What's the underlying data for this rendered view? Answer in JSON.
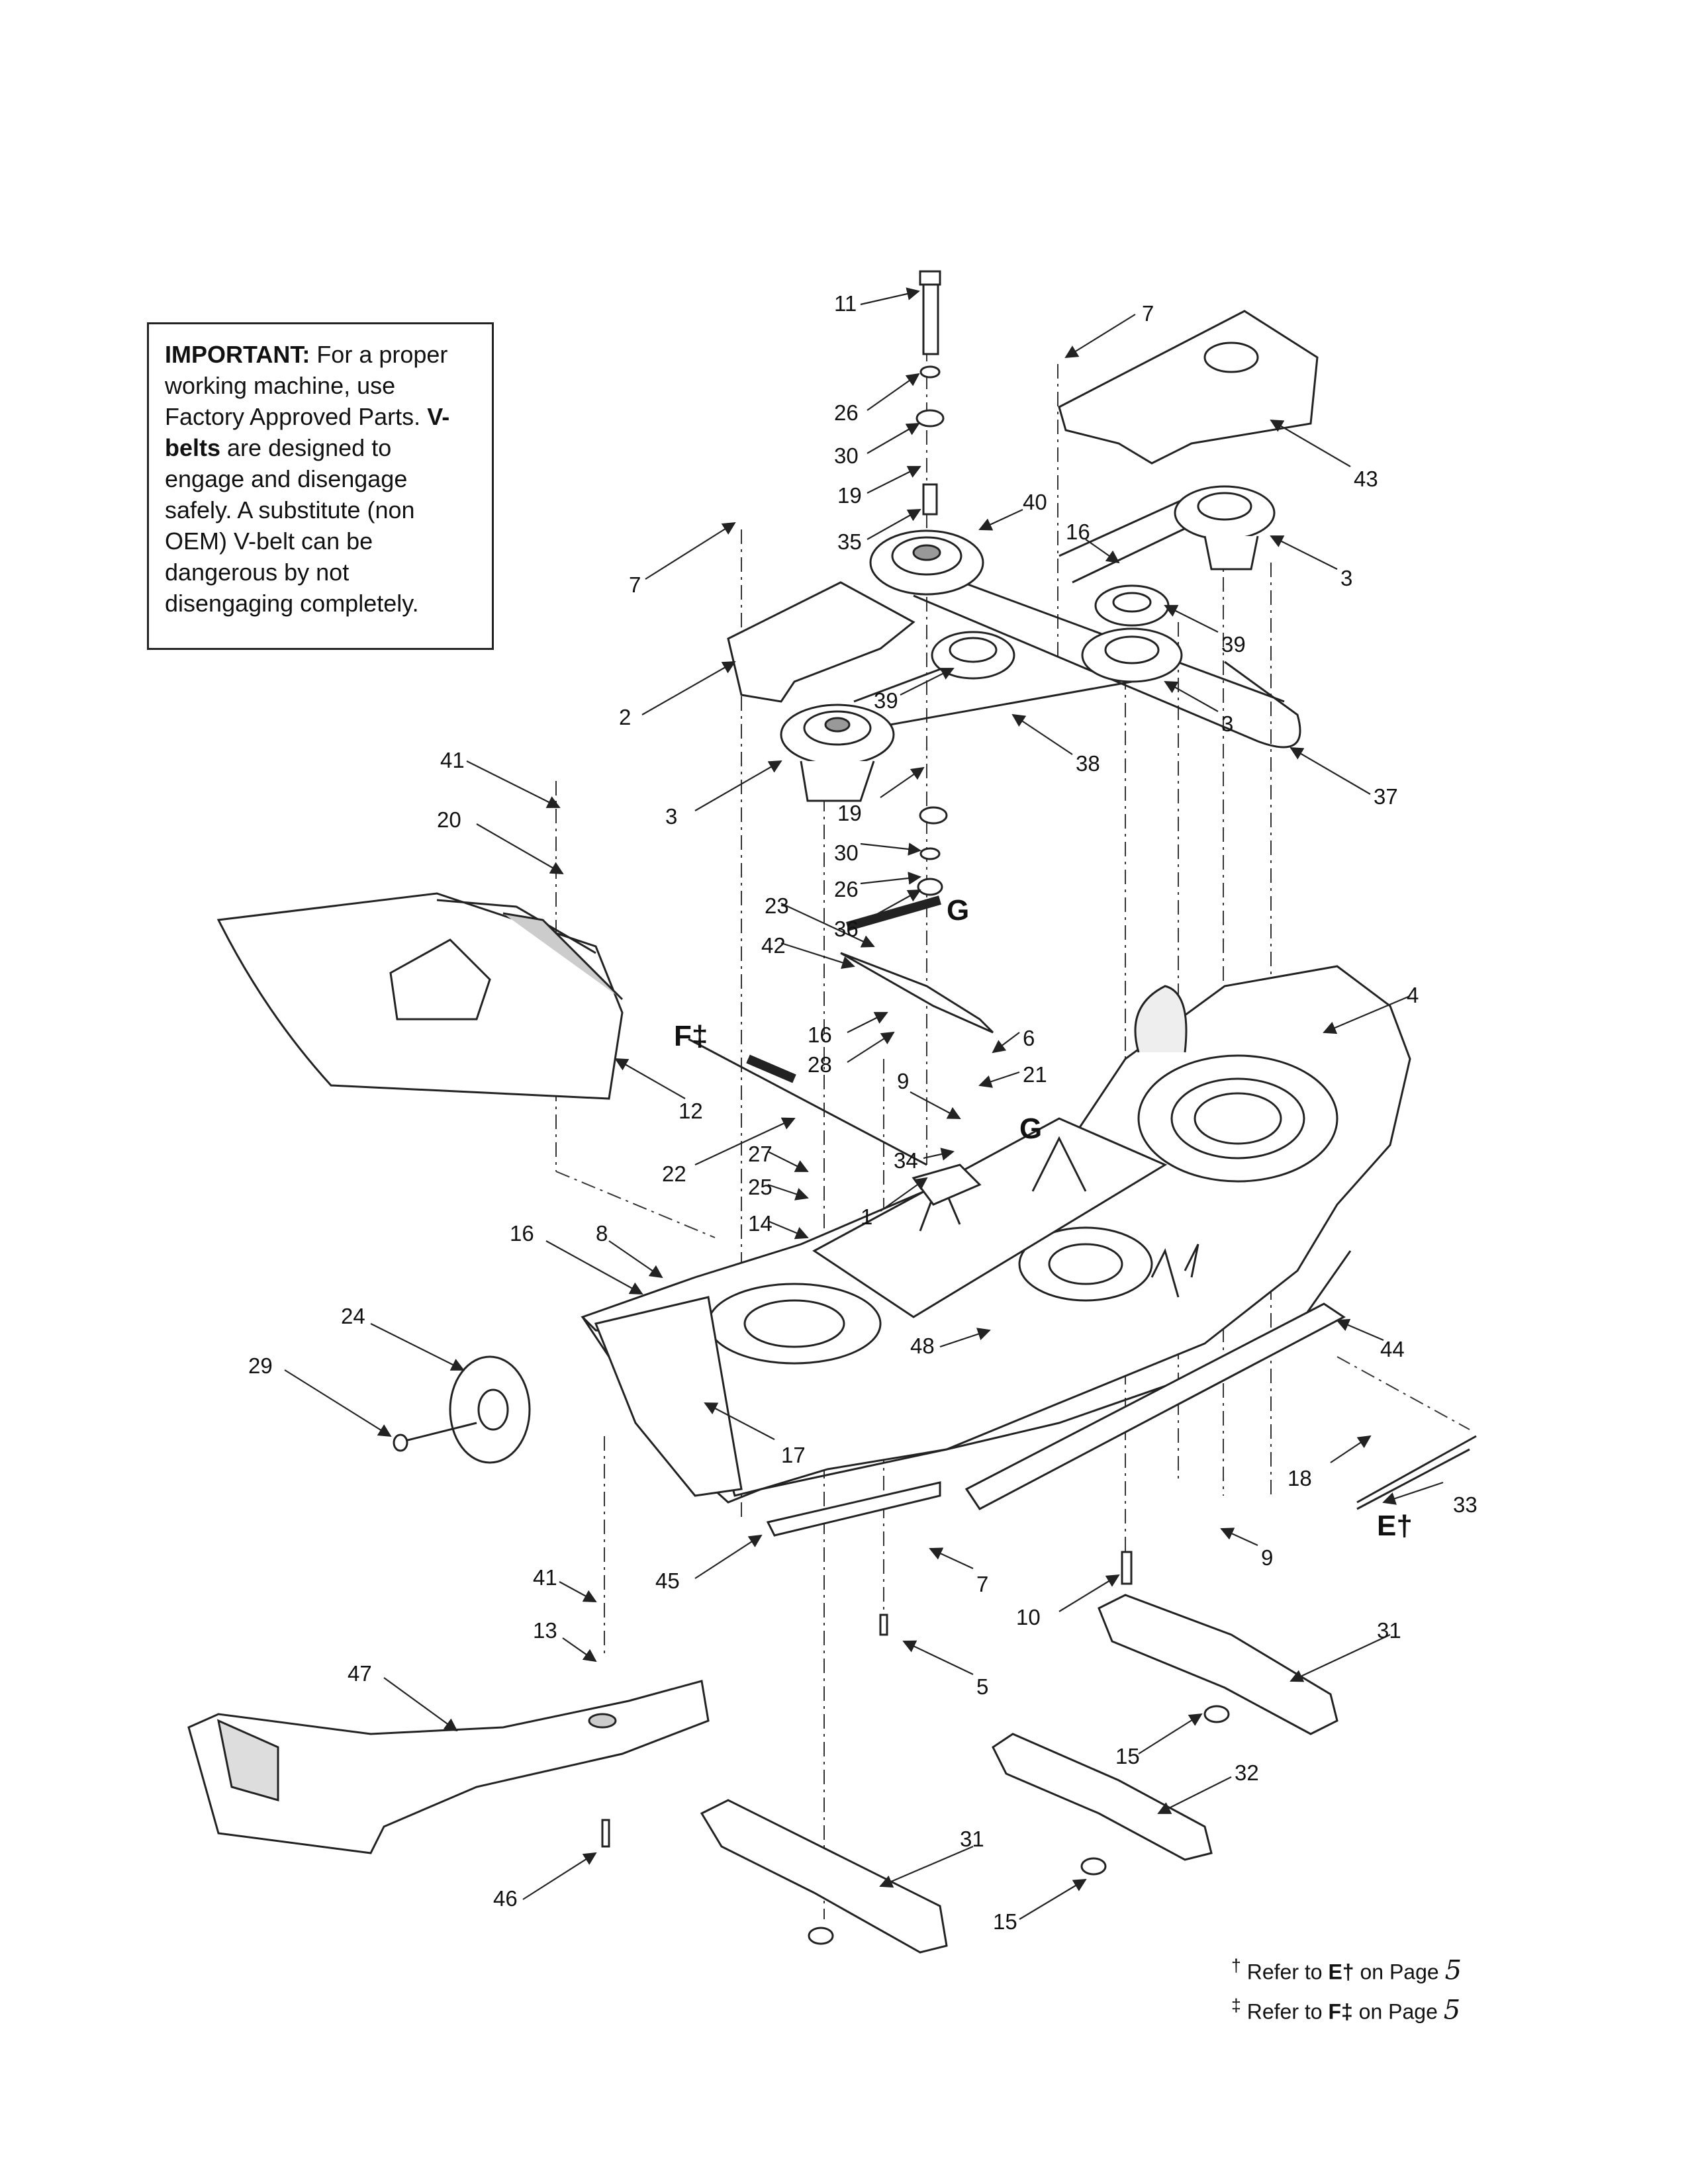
{
  "important_note": {
    "label": "IMPORTANT:",
    "text1": " For a proper working machine, use Factory Approved Parts. ",
    "belts": "V-belts",
    "text2": " are designed to engage and disengage safely. A substitute (non OEM) V-belt can be dangerous by not disengaging completely."
  },
  "footnotes": [
    {
      "mark": "†",
      "prefix": "Refer to ",
      "letter": "E†",
      "suffix": " on Page ",
      "page": "5"
    },
    {
      "mark": "‡",
      "prefix": "Refer to ",
      "letter": "F‡",
      "suffix": " on Page ",
      "page": "5"
    }
  ],
  "reference_letters": [
    "F‡",
    "G",
    "G",
    "E†"
  ],
  "callouts": [
    "11",
    "7",
    "26",
    "30",
    "19",
    "35",
    "40",
    "16",
    "43",
    "7",
    "3",
    "39",
    "2",
    "39",
    "3",
    "41",
    "20",
    "3",
    "38",
    "37",
    "19",
    "30",
    "26",
    "36",
    "23",
    "42",
    "16",
    "28",
    "6",
    "4",
    "21",
    "9",
    "34",
    "22",
    "27",
    "25",
    "1",
    "14",
    "16",
    "8",
    "24",
    "29",
    "48",
    "44",
    "18",
    "33",
    "17",
    "41",
    "13",
    "45",
    "7",
    "9",
    "10",
    "47",
    "5",
    "31",
    "15",
    "32",
    "31",
    "46",
    "15",
    "12"
  ],
  "colors": {
    "line": "#222222",
    "paper": "#ffffff",
    "shade": "#d9d9d9",
    "dark": "#555555"
  }
}
